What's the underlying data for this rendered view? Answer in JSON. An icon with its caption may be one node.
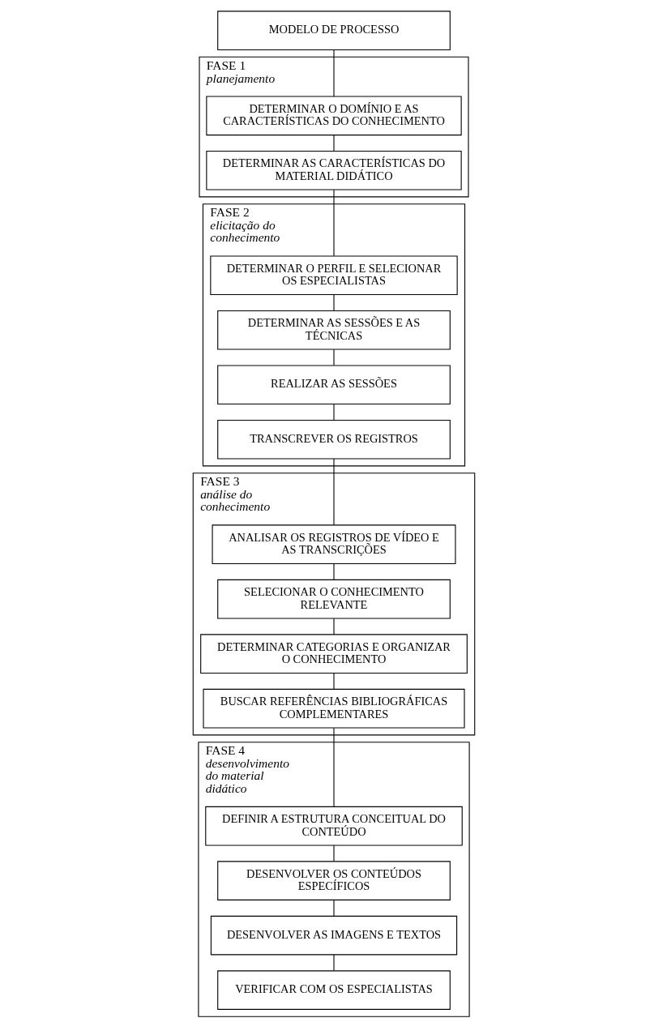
{
  "diagram": {
    "nodes": [
      {
        "text": [
          "MODELO DE PROCESSO"
        ]
      },
      {
        "text": [
          "FASE 1",
          "planejamento"
        ]
      },
      {
        "text": [
          "DETERMINAR O DOMÍNIO E AS CARACTERÍSTICAS DO CONHECIMENTO"
        ],
        "in": 1
      },
      {
        "text": [
          "DETERMINAR AS CARACTERÍSTICAS DO MATERIAL DIDÁTICO"
        ],
        "in": 1
      },
      {
        "text": [
          "FASE 2",
          "elicitação do conhecimento"
        ]
      },
      {
        "text": [
          "DETERMINAR O PERFIL E SELECIONAR OS ESPECIALISTAS"
        ],
        "in": 4
      },
      {
        "text": [
          "DETERMINAR AS SESSÕES E AS TÉCNICAS"
        ],
        "in": 4
      },
      {
        "text": [
          "REALIZAR AS SESSÕES"
        ],
        "in": 4
      },
      {
        "text": [
          "TRANSCREVER OS REGISTROS"
        ],
        "in": 4
      },
      {
        "text": [
          "FASE 3",
          "análise do conhecimento"
        ]
      },
      {
        "text": [
          "ANALISAR OS REGISTROS DE VÍDEO E AS TRANSCRIÇÕES"
        ],
        "in": 9
      },
      {
        "text": [
          "SELECIONAR O CONHECIMENTO RELEVANTE"
        ],
        "in": 9
      },
      {
        "text": [
          "DETERMINAR CATEGORIAS E ORGANIZAR O CONHECIMENTO"
        ],
        "in": 9
      },
      {
        "text": [
          "BUSCAR REFERÊNCIAS BIBLIOGRÁFICAS COMPLEMENTARES"
        ],
        "in": 9
      },
      {
        "text": [
          "FASE 4",
          "desenvolvimento do material didático"
        ]
      },
      {
        "text": [
          "DEFINIR A ESTRUTURA CONCEITUAL DO CONTEÚDO"
        ],
        "in": 14
      },
      {
        "text": [
          "DESENVOLVER OS CONTEÚDOS ESPECÍFICOS"
        ],
        "in": 14
      },
      {
        "text": [
          "DESENVOLVER AS IMAGENS E TEXTOS"
        ],
        "in": 14
      },
      {
        "text": [
          "VERIFICAR COM OS ESPECIALISTAS"
        ],
        "in": 14
      }
    ],
    "edges": [
      {
        "from": 0,
        "to": 2,
        "arrow": "none"
      },
      {
        "from": 2,
        "to": 3,
        "arrow": "none"
      },
      {
        "from": 3,
        "to": 5,
        "arrow": "none"
      },
      {
        "from": 5,
        "to": 6,
        "arrow": "none"
      },
      {
        "from": 6,
        "to": 7,
        "arrow": "none"
      },
      {
        "from": 7,
        "to": 8,
        "arrow": "none"
      },
      {
        "from": 8,
        "to": 10,
        "arrow": "none"
      },
      {
        "from": 10,
        "to": 11,
        "arrow": "none"
      },
      {
        "from": 11,
        "to": 12,
        "arrow": "none"
      },
      {
        "from": 12,
        "to": 13,
        "arrow": "none"
      },
      {
        "from": 13,
        "to": 15,
        "arrow": "none"
      },
      {
        "from": 15,
        "to": 16,
        "arrow": "none"
      },
      {
        "from": 16,
        "to": 17,
        "arrow": "none"
      },
      {
        "from": 17,
        "to": 18,
        "arrow": "none"
      }
    ]
  }
}
